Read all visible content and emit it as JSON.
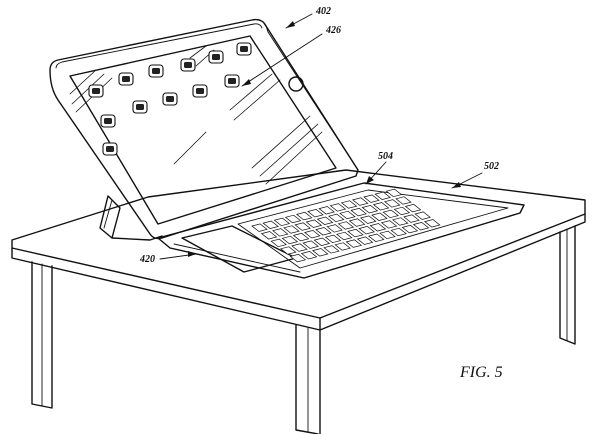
{
  "figure": {
    "caption": "FIG. 5",
    "references": {
      "tablet": "402",
      "touch_point": "426",
      "hinge": "420",
      "keyboard_base": "502",
      "trackpad_edge": "504"
    }
  }
}
